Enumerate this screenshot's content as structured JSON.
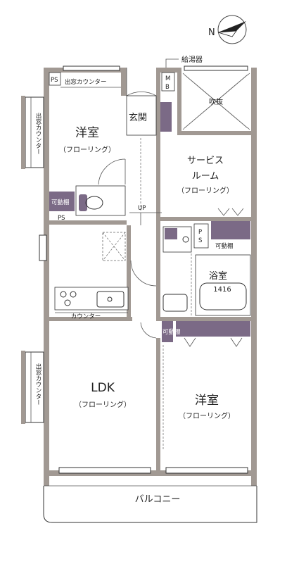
{
  "compass": {
    "north_label": "N"
  },
  "labels": {
    "water_heater": "給湯器",
    "ps_top": "PS",
    "window_counter_top": "出窓カウンター",
    "window_counter_left_top": "出窓カウンター",
    "window_counter_left_bottom": "出窓カウンター",
    "mb": "M\nB",
    "mb_m": "M",
    "mb_b": "B",
    "void": "吹抜",
    "entrance": "玄関",
    "western_room_1": "洋室",
    "western_room_1_floor": "（フローリング）",
    "service_room_line1": "サービス",
    "service_room_line2": "ルーム",
    "service_room_floor": "（フローリング）",
    "movable_shelf_1": "可動棚",
    "ps_mid": "PS",
    "ps_small": "P\nS",
    "ps_small_p": "P",
    "ps_small_s": "S",
    "up": "UP",
    "movable_shelf_2": "可動棚",
    "bathroom": "浴室",
    "bath_size": "1416",
    "counter": "カウンター",
    "movable_shelf_3": "可動棚",
    "ldk": "LDK",
    "ldk_floor": "（フローリング）",
    "western_room_2": "洋室",
    "western_room_2_floor": "（フローリング）",
    "balcony": "バルコニー"
  },
  "colors": {
    "wall": "#a19993",
    "storage": "#7b6a86",
    "line": "#333333"
  }
}
